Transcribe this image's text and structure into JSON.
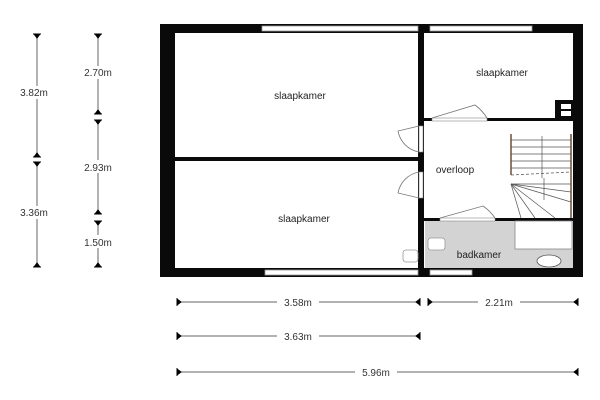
{
  "rooms": {
    "bedroom_top_left": "slaapkamer",
    "bedroom_bottom_left": "slaapkamer",
    "bedroom_top_right": "slaapkamer",
    "landing": "overloop",
    "bathroom": "badkamer"
  },
  "dimensions": {
    "left_outer_top": "3.82m",
    "left_outer_bottom": "3.36m",
    "left_inner_top": "2.70m",
    "left_inner_middle": "2.93m",
    "left_inner_bottom": "1.50m",
    "bottom_left_width": "3.58m",
    "bottom_right_width": "2.21m",
    "bottom_left_width_2": "3.63m",
    "total_width": "5.96m"
  },
  "colors": {
    "wall": "#0a0a0a",
    "bathroom_floor": "#d3d3d3"
  }
}
